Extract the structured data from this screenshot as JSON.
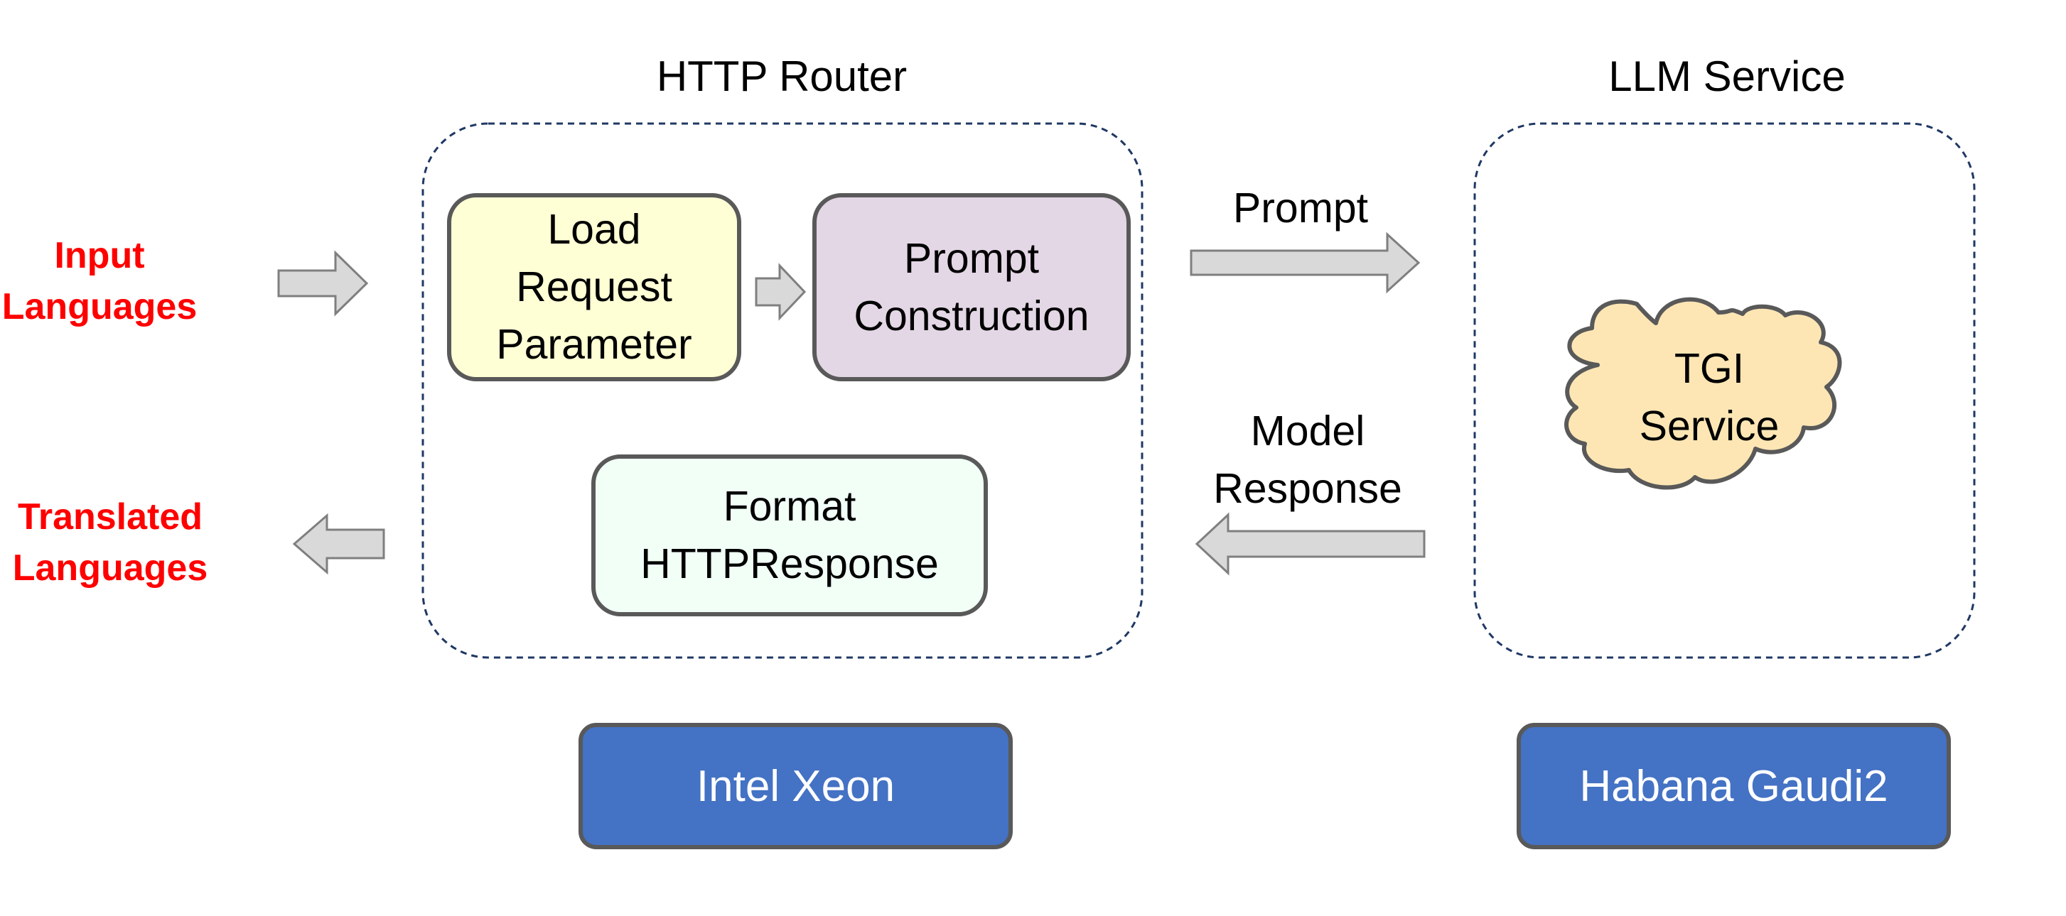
{
  "colors": {
    "input_label": "#ff0000",
    "output_label": "#ff0000",
    "load_box_fill": "#ffffd5",
    "prompt_box_fill": "#e3d6e5",
    "format_box_fill": "#f1fff7",
    "cloud_fill": "#fde6b4",
    "hardware_fill": "#4472c4",
    "arrow_fill": "#d9d9d9",
    "box_border": "#595959",
    "dashed_border": "#1f3864"
  },
  "diagram": {
    "input_label": "Input\nLanguages",
    "output_label": "Translated\nLanguages",
    "router": {
      "title": "HTTP Router",
      "load_box": "Load\nRequest\nParameter",
      "prompt_box": "Prompt\nConstruction",
      "format_box": "Format\nHTTPResponse",
      "hardware": "Intel Xeon"
    },
    "llm": {
      "title": "LLM Service",
      "cloud": "TGI\nService",
      "hardware": "Habana Gaudi2"
    },
    "prompt_label": "Prompt",
    "response_label": "Model\nResponse"
  }
}
